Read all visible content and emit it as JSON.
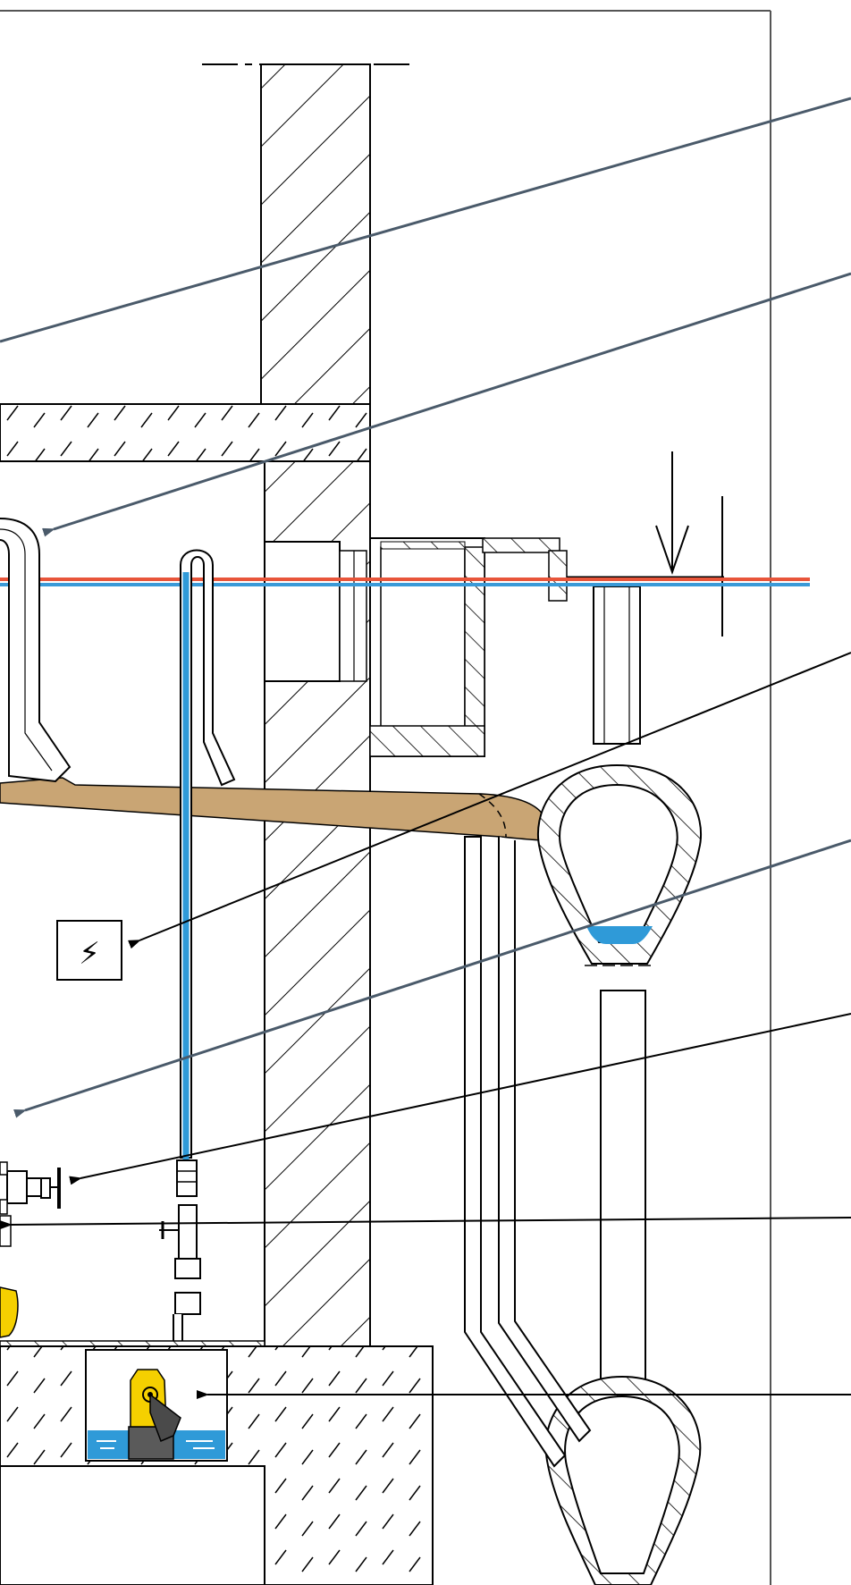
{
  "diagram": {
    "electrical_symbol": "⚡",
    "icons": [
      "electrical-connection-icon",
      "submersible-pump-icon",
      "gate-valve-icon",
      "check-valve-icon",
      "level-arrow-icon"
    ],
    "colors": {
      "line": "#000000",
      "annotation_slate": "#4a5a6a",
      "sewage": "#c9a574",
      "water": "#2f9ad8",
      "backflow_level_red": "#e8553a",
      "backflow_level_blue": "#3a9ad8",
      "pump_yellow": "#f5d000",
      "pump_grey": "#5a5a5a",
      "frame": "#555555"
    },
    "callouts": [
      {
        "id": "leader-1",
        "color": "annotation_slate",
        "arrowhead": "none"
      },
      {
        "id": "leader-2",
        "color": "annotation_slate",
        "arrowhead": "filled"
      },
      {
        "id": "leader-3",
        "color": "line",
        "arrowhead": "filled"
      },
      {
        "id": "leader-4",
        "color": "annotation_slate",
        "arrowhead": "filled"
      },
      {
        "id": "leader-5",
        "color": "line",
        "arrowhead": "filled"
      },
      {
        "id": "leader-6",
        "color": "line",
        "arrowhead": "filled"
      },
      {
        "id": "leader-7",
        "color": "line",
        "arrowhead": "filled"
      }
    ]
  }
}
